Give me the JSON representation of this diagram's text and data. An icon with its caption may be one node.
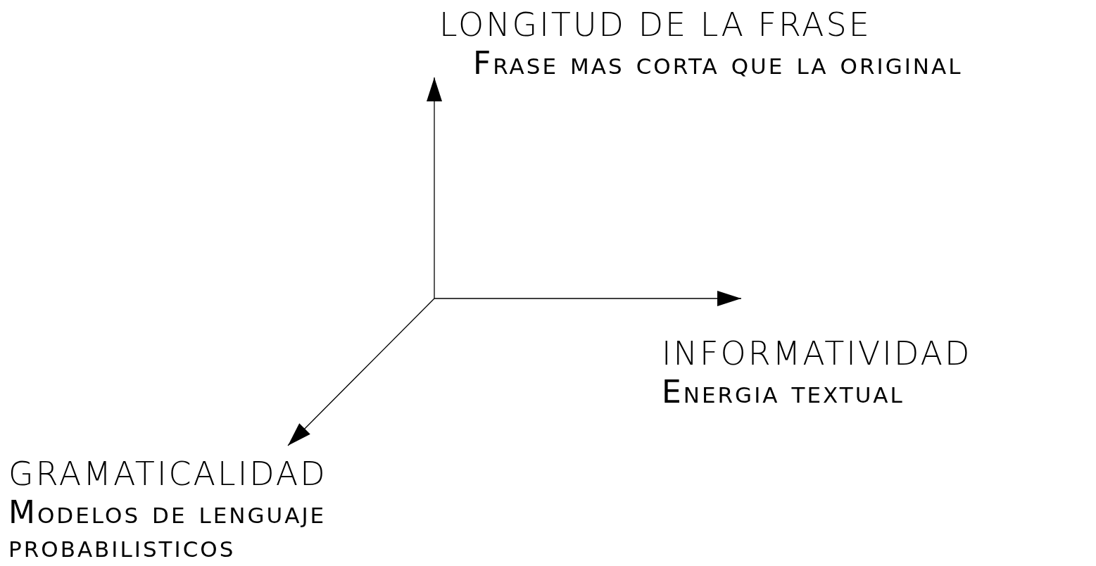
{
  "diagram": {
    "labels": [
      "LONGITUD DE LA FRASE",
      "Frase mas corta que la original",
      "INFORMATIVIDAD",
      "Energia textual",
      "GRAMATICALIDAD",
      "Modelos de lenguaje probabilisticos"
    ]
  }
}
